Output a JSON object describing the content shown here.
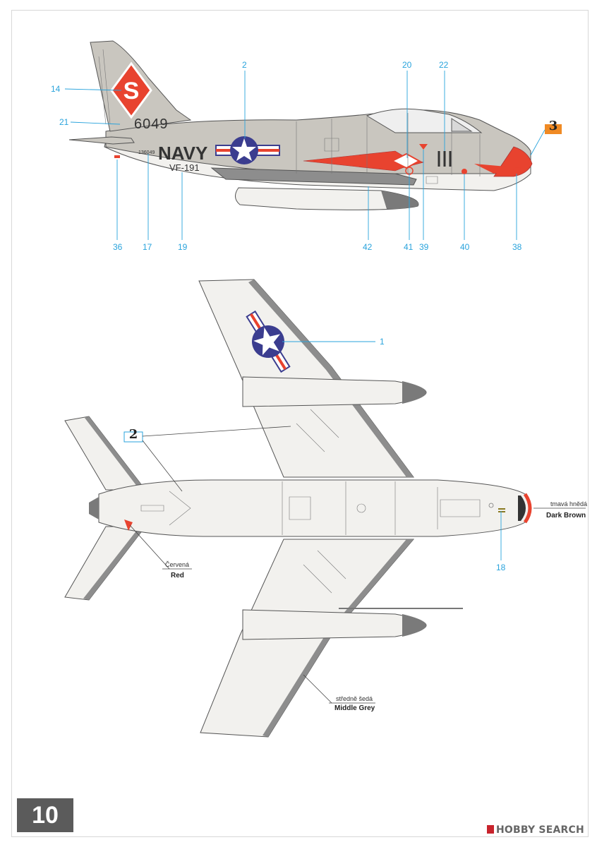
{
  "side_view": {
    "tail_code": "S",
    "modex": "6049",
    "service": "NAVY",
    "squadron": "VF-191",
    "bureau_number": "136049",
    "callouts_top": [
      "14",
      "21",
      "2",
      "20",
      "22"
    ],
    "callouts_bottom": [
      "36",
      "17",
      "19",
      "42",
      "41",
      "39",
      "40",
      "38"
    ],
    "callout_box": "3"
  },
  "plan_view": {
    "callouts": [
      "1",
      "18"
    ],
    "callout_box": "2",
    "colors": [
      {
        "cz": "tmavá hnědá",
        "en": "Dark Brown"
      },
      {
        "cz": "Červená",
        "en": "Red"
      },
      {
        "cz": "středně šedá",
        "en": "Middle Grey"
      }
    ]
  },
  "page_number": "10",
  "watermark": {
    "brand": "HOBBY",
    "word": "SEARCH"
  },
  "palette": {
    "callout": "#29a3dc",
    "fuselage_side": "#c9c6bf",
    "underside": "#f2f1ee",
    "grey": "#7a7a7a",
    "red": "#e8432f",
    "blue": "#3b3d8f",
    "orange": "#f08a24"
  }
}
